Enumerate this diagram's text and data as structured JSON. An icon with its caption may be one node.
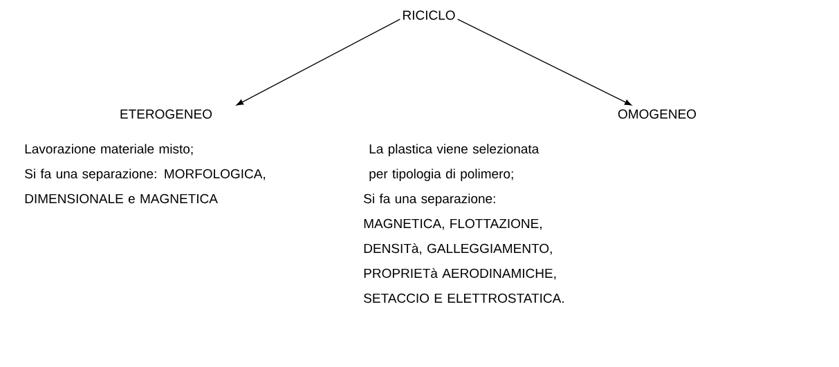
{
  "diagram": {
    "nodes": [
      {
        "text": [
          "RICICLO"
        ]
      },
      {
        "text": [
          "ETEROGENEO"
        ]
      },
      {
        "text": [
          "OMOGENEO"
        ]
      }
    ],
    "edges": [
      {
        "from": 0,
        "to": 1,
        "arrow": "to"
      },
      {
        "from": 0,
        "to": 2,
        "arrow": "to"
      }
    ],
    "labels": [
      "Lavorazione materiale misto;",
      "Si fa una separazione: MORFOLOGICA, DIMENSIONALE e MAGNETICA",
      "La plastica viene selezionata per tipologia di polimero;",
      "Si fa una separazione: MAGNETICA, FLOTTAZIONE, DENSITà, GALLEGGIAMENTO, PROPRIETà AERODINAMICHE, SETACCIO E ELETTROSTATICA."
    ]
  }
}
